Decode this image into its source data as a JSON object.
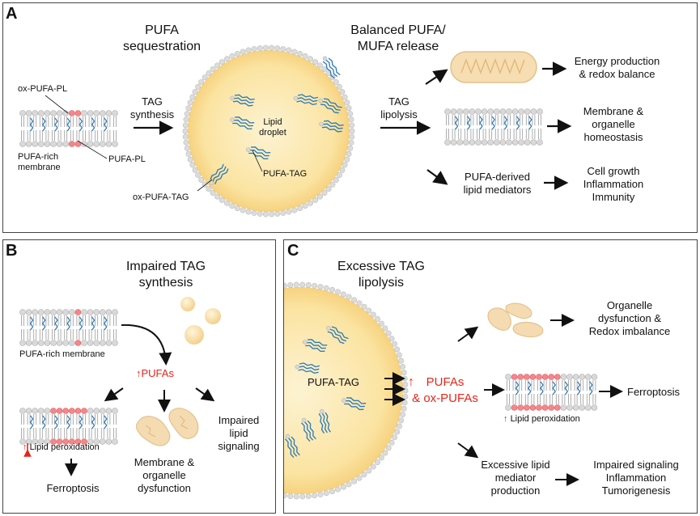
{
  "colors": {
    "droplet_fill": "#fbe6a8",
    "droplet_edge": "#bdbdbd",
    "mito": "#f2d5a6",
    "pufa_chain": "#2a78b8",
    "ox": "#f1888c",
    "red_text": "#e8241a"
  },
  "panel_a": {
    "letter": "A",
    "title_pufa": "PUFA\nsequestration",
    "title_balanced": "Balanced PUFA/\nMUFA release",
    "ox_pufa_pl": "ox-PUFA-PL",
    "pufa_pl": "PUFA-PL",
    "membrane": "PUFA-rich\nmembrane",
    "tag_synthesis": "TAG\nsynthesis",
    "lipid_droplet": "Lipid\ndroplet",
    "pufa_tag": "PUFA-TAG",
    "ox_pufa_tag": "ox-PUFA-TAG",
    "tag_lipolysis": "TAG\nlipolysis",
    "energy": "Energy production\n& redox balance",
    "membrane_homeostasis": "Membrane &\norganelle\nhomeostasis",
    "pufa_mediators": "PUFA-derived\nlipid mediators",
    "outcomes": "Cell growth\nInflammation\nImmunity"
  },
  "panel_b": {
    "letter": "B",
    "title": "Impaired TAG\nsynthesis",
    "membrane": "PUFA-rich membrane",
    "pufas": "PUFAs",
    "lipid_peroxidation": "Lipid peroxidation",
    "ferroptosis": "Ferroptosis",
    "organelle": "Membrane &\norganelle\ndysfunction",
    "signaling": "Impaired\nlipid\nsignaling"
  },
  "panel_c": {
    "letter": "C",
    "title": "Excessive TAG\nlipolysis",
    "pufa_tag": "PUFA-TAG",
    "pufas": "PUFAs\n& ox-PUFAs",
    "organelle": "Organelle\ndysfunction &\nRedox imbalance",
    "ferroptosis": "Ferroptosis",
    "lipid_peroxidation": "Lipid peroxidation",
    "excess_mediator": "Excessive lipid\nmediator\nproduction",
    "outcomes": "Impaired signaling\nInflammation\nTumorigenesis"
  }
}
